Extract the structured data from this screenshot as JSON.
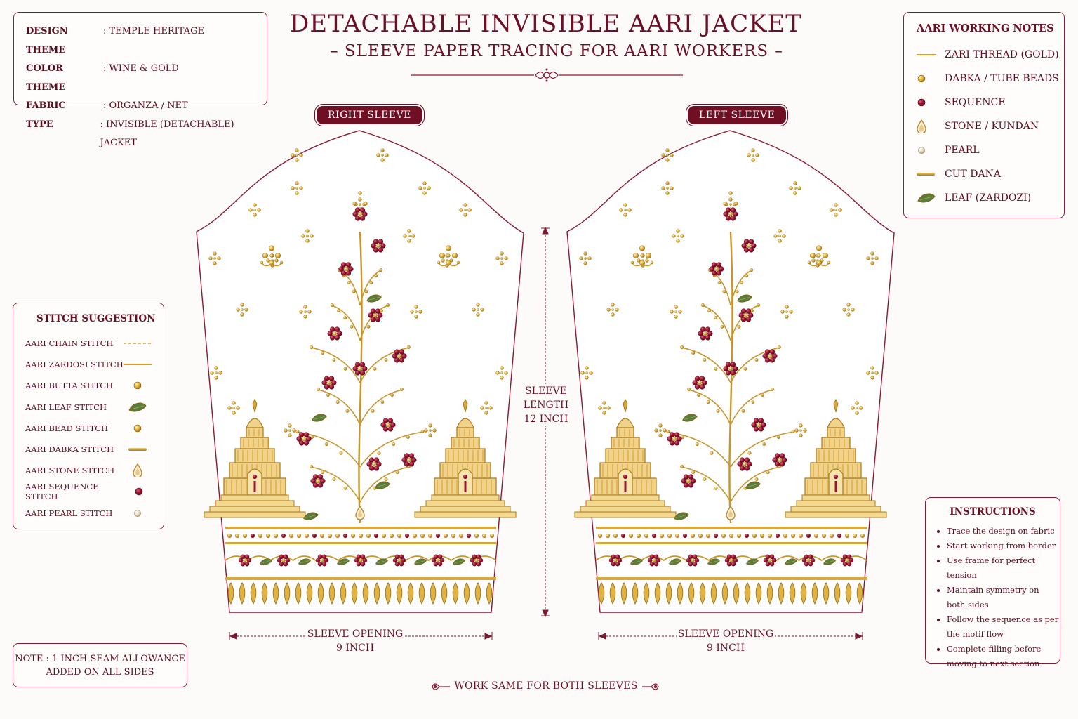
{
  "title": "DETACHABLE INVISIBLE AARI JACKET",
  "subtitle": "– SLEEVE PAPER TRACING FOR AARI WORKERS –",
  "design_info": [
    {
      "label": "DESIGN THEME",
      "value": ": TEMPLE HERITAGE"
    },
    {
      "label": "COLOR THEME",
      "value": ": WINE & GOLD"
    },
    {
      "label": "FABRIC",
      "value": ": ORGANZA / NET"
    },
    {
      "label": "TYPE",
      "value": ": INVISIBLE (DETACHABLE) JACKET"
    }
  ],
  "sleeves": {
    "right_label": "RIGHT SLEEVE",
    "left_label": "LEFT SLEEVE"
  },
  "working_notes": {
    "title": "AARI WORKING NOTES",
    "items": [
      {
        "label": "ZARI THREAD (GOLD)",
        "icon": "zari-line-icon"
      },
      {
        "label": "DABKA / TUBE BEADS",
        "icon": "gold-bead-icon"
      },
      {
        "label": "SEQUENCE",
        "icon": "wine-sequin-icon"
      },
      {
        "label": "STONE / KUNDAN",
        "icon": "teardrop-stone-icon"
      },
      {
        "label": "PEARL",
        "icon": "pearl-icon"
      },
      {
        "label": "CUT DANA",
        "icon": "cut-dana-icon"
      },
      {
        "label": "LEAF (ZARDOZI)",
        "icon": "green-leaf-icon"
      }
    ]
  },
  "stitch_suggestion": {
    "title": "STITCH SUGGESTION",
    "items": [
      {
        "label": "AARI CHAIN STITCH",
        "icon": "dashed-line-icon"
      },
      {
        "label": "AARI ZARDOSI STITCH",
        "icon": "solid-line-icon"
      },
      {
        "label": "AARI BUTTA STITCH",
        "icon": "gold-bead-icon"
      },
      {
        "label": "AARI LEAF STITCH",
        "icon": "green-leaf-icon"
      },
      {
        "label": "AARI BEAD STITCH",
        "icon": "gold-bead-icon"
      },
      {
        "label": "AARI DABKA STITCH",
        "icon": "dabka-bar-icon"
      },
      {
        "label": "AARI STONE STITCH",
        "icon": "teardrop-stone-icon"
      },
      {
        "label": "AARI SEQUENCE STITCH",
        "icon": "wine-sequin-icon"
      },
      {
        "label": "AARI PEARL STITCH",
        "icon": "pearl-icon"
      }
    ]
  },
  "measurements": {
    "sleeve_length_1": "SLEEVE",
    "sleeve_length_2": "LENGTH",
    "sleeve_length_3": "12 INCH",
    "opening_label": "SLEEVE OPENING",
    "opening_value": "9 INCH"
  },
  "instructions": {
    "title": "INSTRUCTIONS",
    "items": [
      "Trace the design on fabric",
      "Start working from border",
      "Use frame for perfect tension",
      "Maintain symmetry on both sides",
      "Follow the sequence as per the motif flow",
      "Complete filling before moving to next section"
    ]
  },
  "seam_note_1": "NOTE : 1 INCH SEAM ALLOWANCE",
  "seam_note_2": "ADDED ON ALL SIDES",
  "footer": "WORK SAME FOR BOTH SLEEVES",
  "colors": {
    "wine": "#6e0f23",
    "gold": "#d4a02a",
    "leaf": "#4f7d3c",
    "background": "#fcfbf9"
  }
}
